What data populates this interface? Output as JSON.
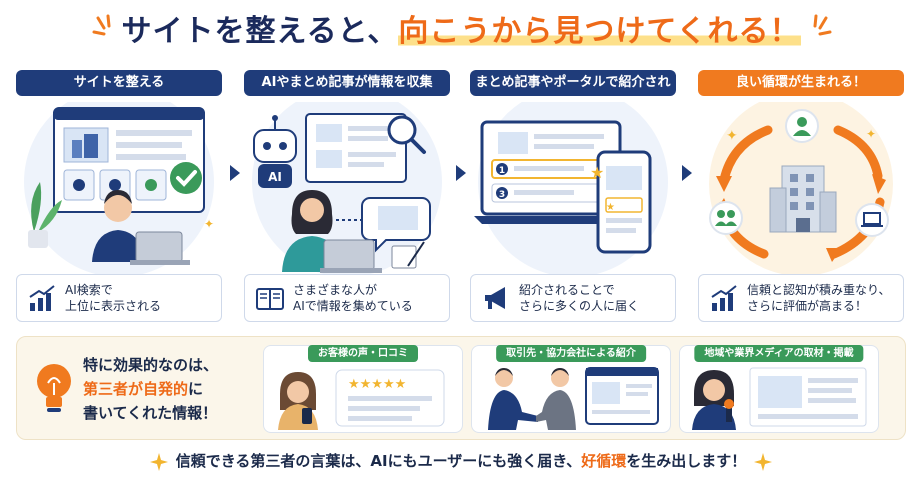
{
  "title": {
    "part1": "サイトを整えると、",
    "part2": "向こうから見つけてくれる！"
  },
  "steps": [
    {
      "label": "サイトを整える",
      "caption": "AI検索で\n上位に表示される",
      "accent": "#1f3c7a"
    },
    {
      "label": "AIやまとめ記事が情報を収集",
      "caption": "さまざまな人が\nAIで情報を集めている",
      "robot_text": "AI",
      "accent": "#1f3c7a"
    },
    {
      "label": "まとめ記事やポータルで紹介される",
      "caption": "紹介されることで\nさらに多くの人に届く",
      "rank1": "1",
      "rank3": "3",
      "accent": "#1f3c7a"
    },
    {
      "label": "良い循環が生まれる！",
      "caption": "信頼と認知が積み重なり、\nさらに評価が高まる！",
      "accent": "#f07a1f"
    }
  ],
  "bottom": {
    "lead_line1": "特に効果的なのは、",
    "lead_highlight": "第三者が自発的",
    "lead_line2_tail": "に",
    "lead_line3": "書いてくれた情報！",
    "cards": [
      {
        "tag": "お客様の声・口コミ",
        "stars": "★★★★★"
      },
      {
        "tag": "取引先・協力会社による紹介"
      },
      {
        "tag": "地域や業界メディアの取材・掲載"
      }
    ]
  },
  "footer": {
    "pre": "信頼できる第三者の言葉は、AIにもユーザーにも強く届き、",
    "highlight": "好循環",
    "post": "を生み出します！"
  },
  "colors": {
    "navy": "#1f3c7a",
    "orange": "#ee6a18",
    "green": "#3a9a5a",
    "highlight": "#fde08a"
  }
}
